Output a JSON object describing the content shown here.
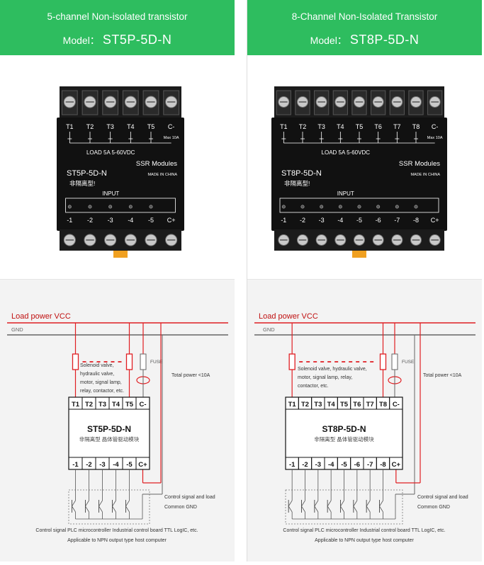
{
  "left": {
    "banner_title": "5-channel Non-isolated transistor",
    "model_label": "Model：",
    "model_value": "ST5P-5D-N",
    "photo": {
      "terminals_top": [
        "T1",
        "T2",
        "T3",
        "T4",
        "T5",
        "C-"
      ],
      "load_text": "LOAD 5A  5-60VDC",
      "brand_text": "SSR Modules",
      "model_text": "ST5P-5D-N",
      "made_in": "MADE IN CHINA",
      "cn_text": "非隔离型!",
      "input_label": "INPUT",
      "max_label": "Max 10A",
      "inputs": [
        "-1",
        "-2",
        "-3",
        "-4",
        "-5",
        "C+"
      ]
    },
    "diagram": {
      "vcc_label": "Load power VCC",
      "gnd_label": "GND",
      "fuse_label": "FUSE",
      "total_power": "Total power <10A",
      "load_desc": [
        "Solenoid valve,",
        "hydraulic valve,",
        "motor, signal lamp,",
        "relay, contactor, etc."
      ],
      "terms_top": [
        "T1",
        "T2",
        "T3",
        "T4",
        "T5",
        "C-"
      ],
      "module_name": "ST5P-5D-N",
      "module_sub": "非隔离型 晶体管驱动模块",
      "terms_bottom": [
        "-1",
        "-2",
        "-3",
        "-4",
        "-5",
        "C+"
      ],
      "ctrl_gnd": [
        "Control signal and load",
        "Common GND"
      ],
      "footer": [
        "Control signal PLC microcontroller Industrial control board TTL LogIC, etc.",
        "Applicable to NPN output type host computer"
      ]
    }
  },
  "right": {
    "banner_title": "8-Channel Non-Isolated Transistor",
    "model_label": "Model：",
    "model_value": "ST8P-5D-N",
    "photo": {
      "terminals_top": [
        "T1",
        "T2",
        "T3",
        "T4",
        "T5",
        "T6",
        "T7",
        "T8",
        "C-"
      ],
      "load_text": "LOAD 5A  5-60VDC",
      "brand_text": "SSR Modules",
      "model_text": "ST8P-5D-N",
      "made_in": "MADE IN CHINA",
      "cn_text": "非隔离型!",
      "input_label": "INPUT",
      "max_label": "Max 10A",
      "inputs": [
        "-1",
        "-2",
        "-3",
        "-4",
        "-5",
        "-6",
        "-7",
        "-8",
        "C+"
      ]
    },
    "diagram": {
      "vcc_label": "Load power VCC",
      "gnd_label": "GND",
      "fuse_label": "FUSE",
      "total_power": "Total power <10A",
      "load_desc": [
        "Solenoid valve, hydraulic valve,",
        "motor, signal lamp, relay,",
        "contactor, etc."
      ],
      "terms_top": [
        "T1",
        "T2",
        "T3",
        "T4",
        "T5",
        "T6",
        "T7",
        "T8",
        "C-"
      ],
      "module_name": "ST8P-5D-N",
      "module_sub": "非隔离型 晶体管驱动模块",
      "terms_bottom": [
        "-1",
        "-2",
        "-3",
        "-4",
        "-5",
        "-6",
        "-7",
        "-8",
        "C+"
      ],
      "ctrl_gnd": [
        "Control signal and load",
        "Common GND"
      ],
      "footer": [
        "Control signal PLC microcontroller Industrial control board TTL LogIC, etc.",
        "Applicable to NPN output type host computer"
      ]
    }
  },
  "colors": {
    "green": "#2ebd5f",
    "red": "#e01e22",
    "module": "#111111",
    "terminal_block": "#1b1b1b"
  }
}
